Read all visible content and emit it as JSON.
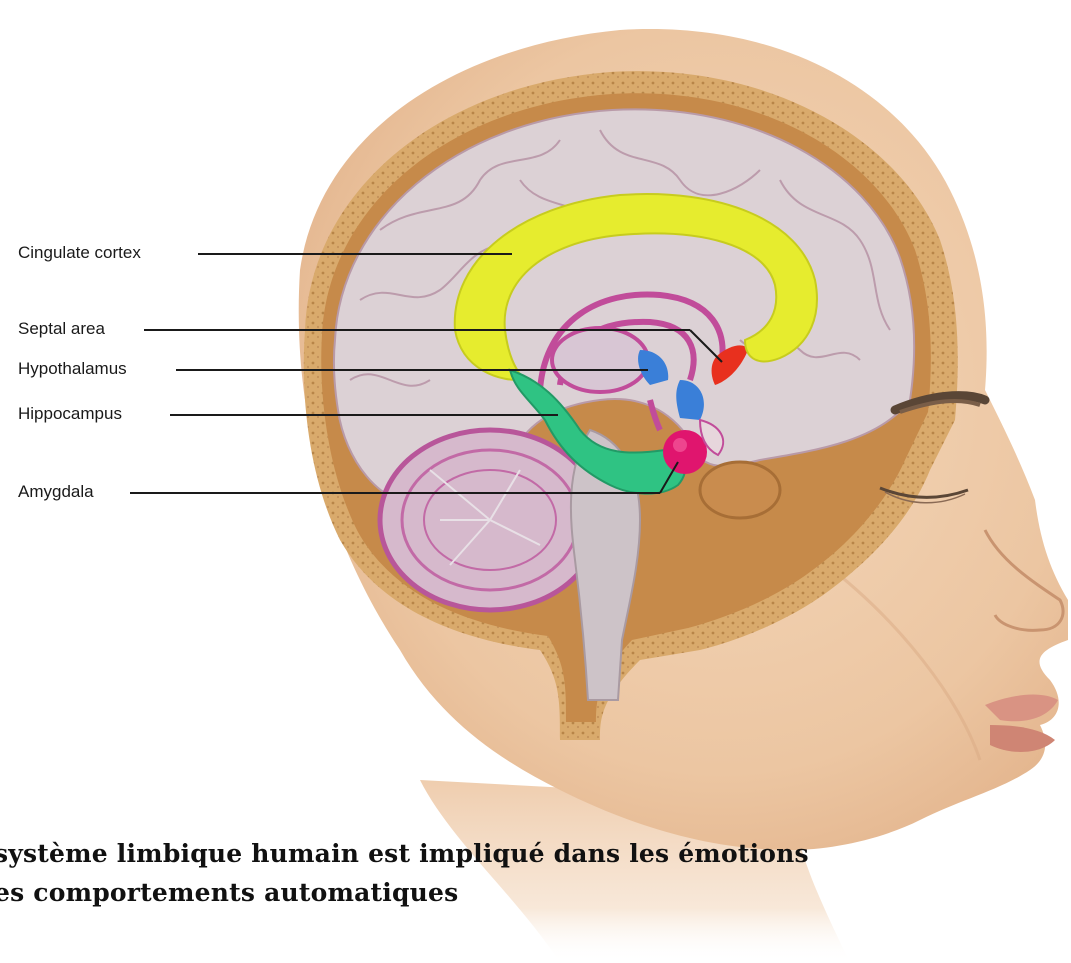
{
  "labels": {
    "cingulate": "Cingulate cortex",
    "septal": "Septal area",
    "hypothalamus": "Hypothalamus",
    "hippocampus": "Hippocampus",
    "amygdala": "Amygdala"
  },
  "caption": {
    "line1": "système limbique humain est impliqué dans les émotions",
    "line2": "es comportements automatiques"
  },
  "colors": {
    "skin": "#f0cfae",
    "skull": "#d8a86a",
    "dura": "#c98c4e",
    "brain": "#d9cfd3",
    "cerebellum_outline": "#b8569a",
    "cingulate": "#e8ee2a",
    "hippocampus": "#2fc383",
    "amygdala": "#e0156e",
    "hypothalamus": "#3a7fd8",
    "septal": "#e8301e",
    "fornix": "#c14c9a"
  }
}
